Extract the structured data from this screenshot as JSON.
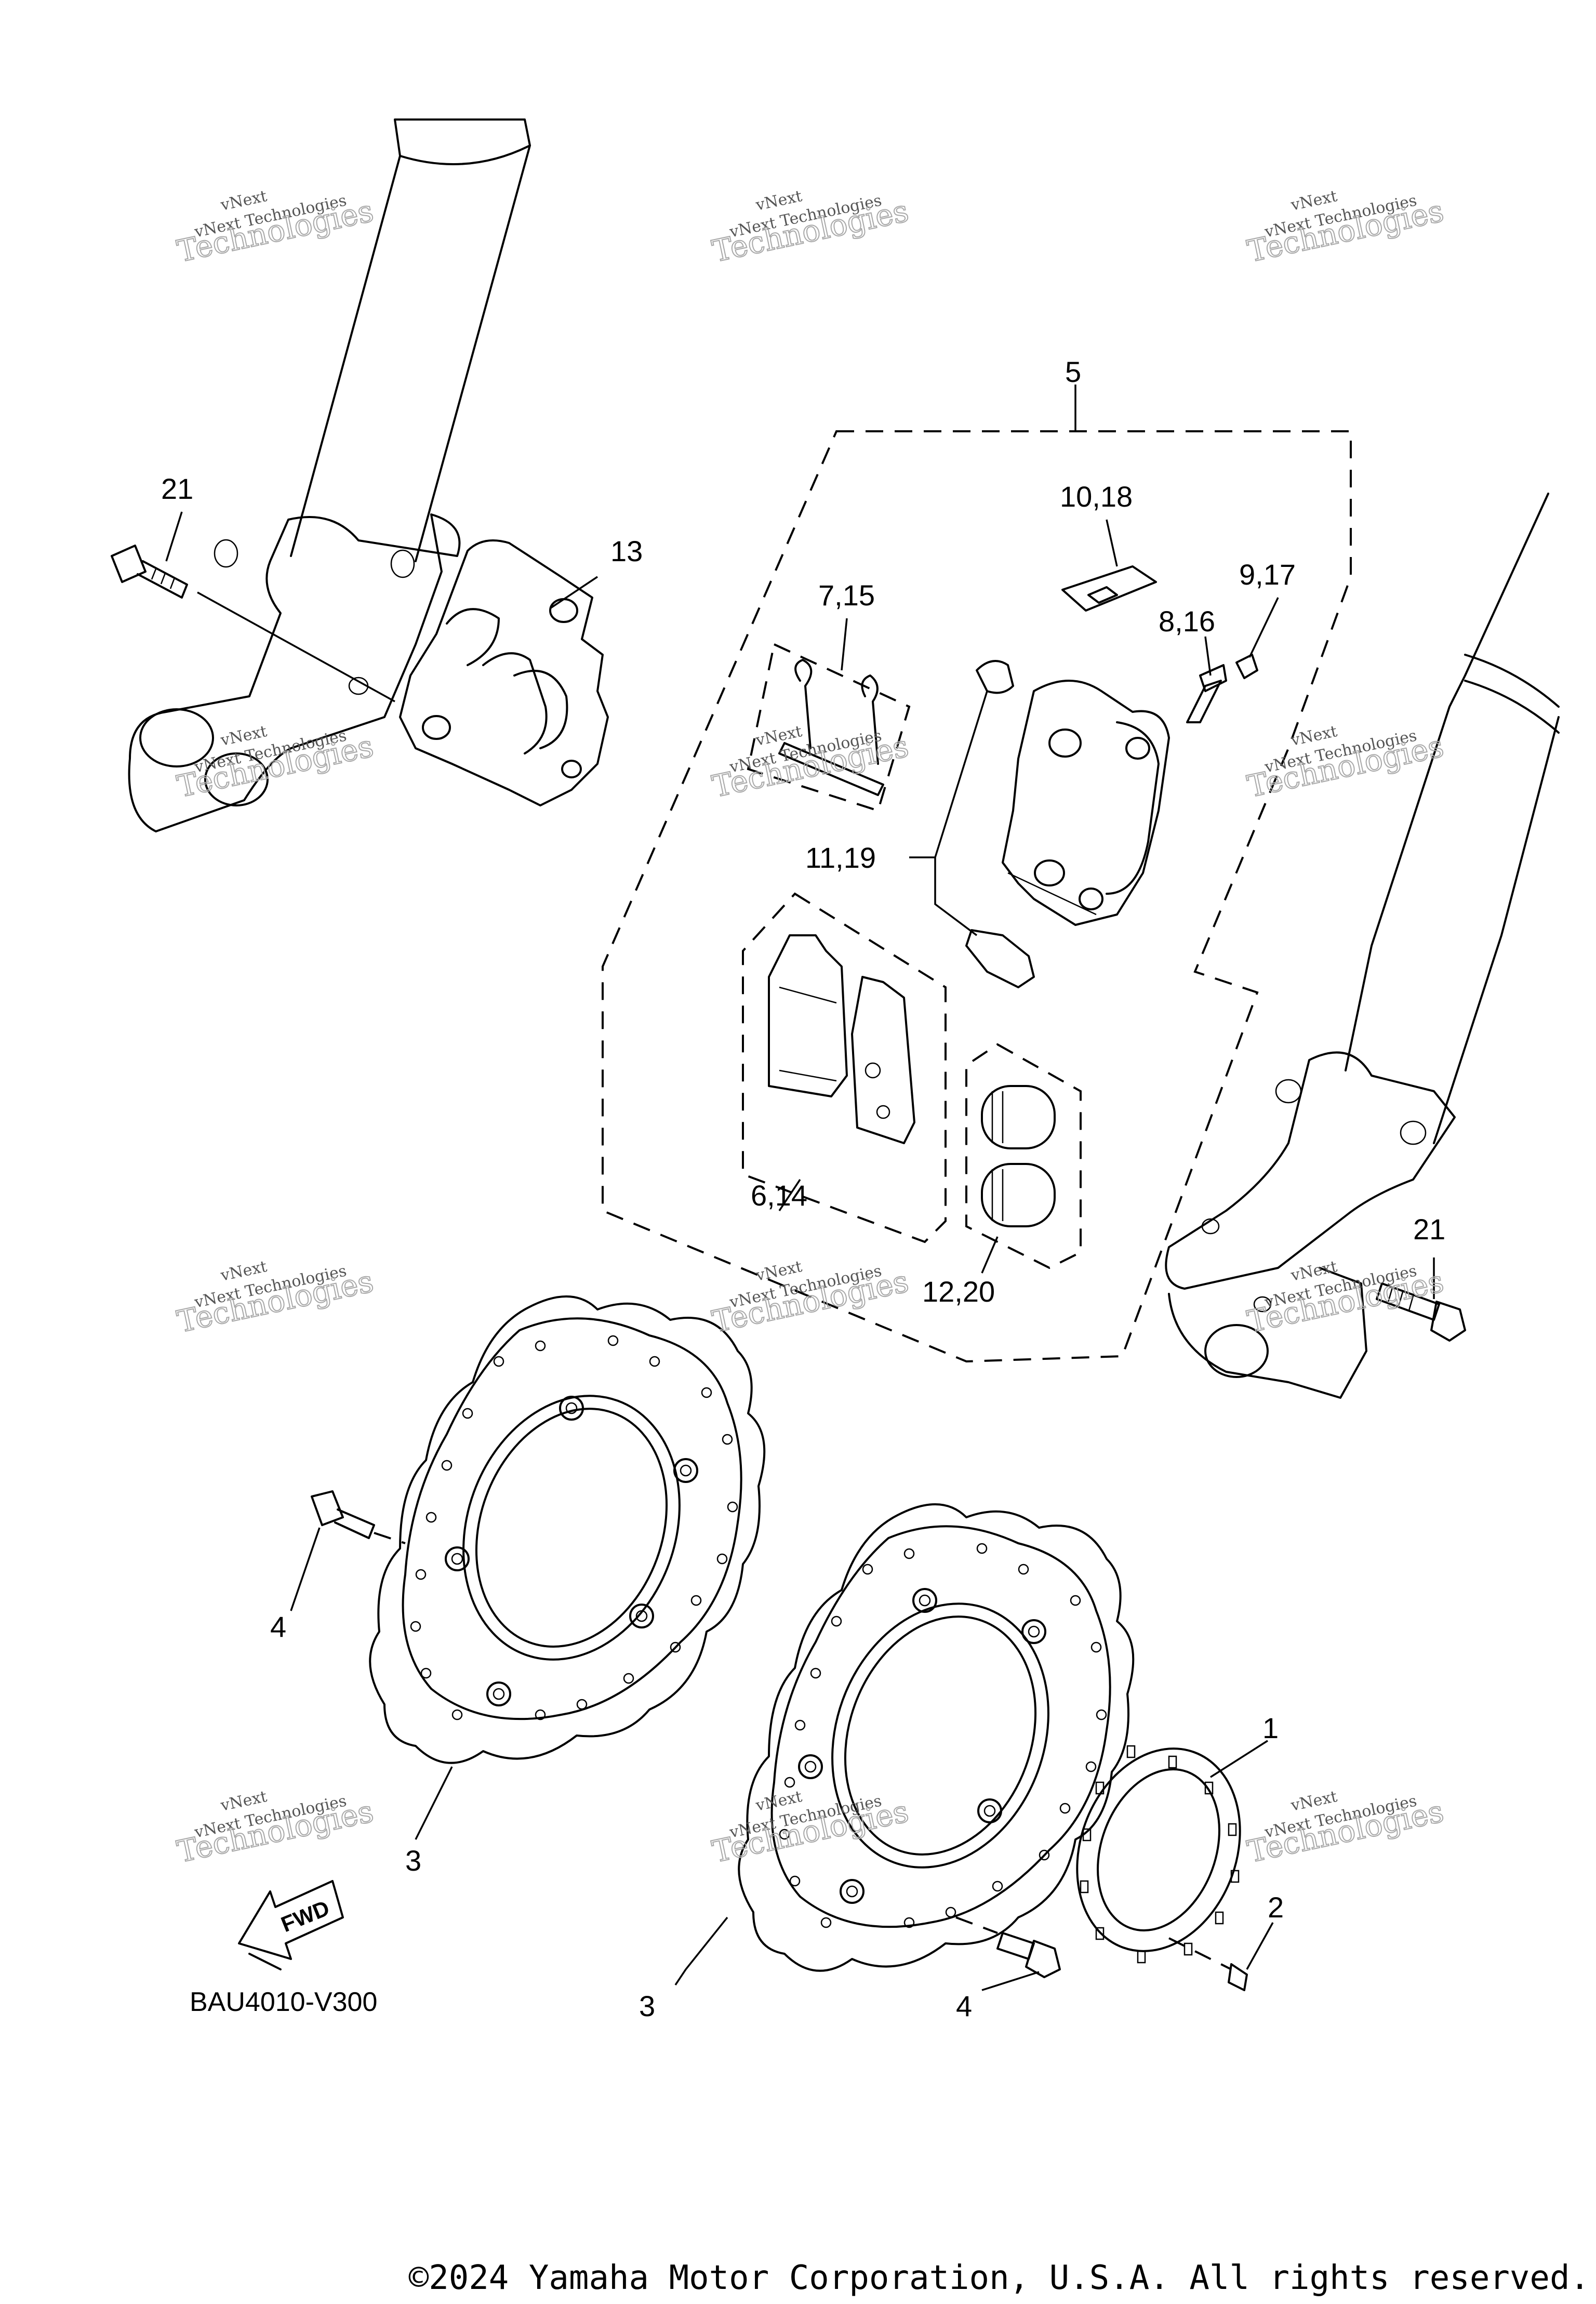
{
  "diagram": {
    "callouts": {
      "c1": "1",
      "c2": "2",
      "c3a": "3",
      "c3b": "3",
      "c4a": "4",
      "c4b": "4",
      "c5": "5",
      "c6_14": "6,14",
      "c7_15": "7,15",
      "c8_16": "8,16",
      "c9_17": "9,17",
      "c10_18": "10,18",
      "c11_19": "11,19",
      "c12_20": "12,20",
      "c13": "13",
      "c21a": "21",
      "c21b": "21"
    },
    "diagram_code": "BAU4010-V300",
    "fwd_label": "FWD",
    "watermark_line1": "vNext",
    "watermark_line2": "vNext Technologies",
    "watermark_line3": "Technologies",
    "copyright": "©2024 Yamaha Motor Corporation, U.S.A. All rights reserved."
  }
}
